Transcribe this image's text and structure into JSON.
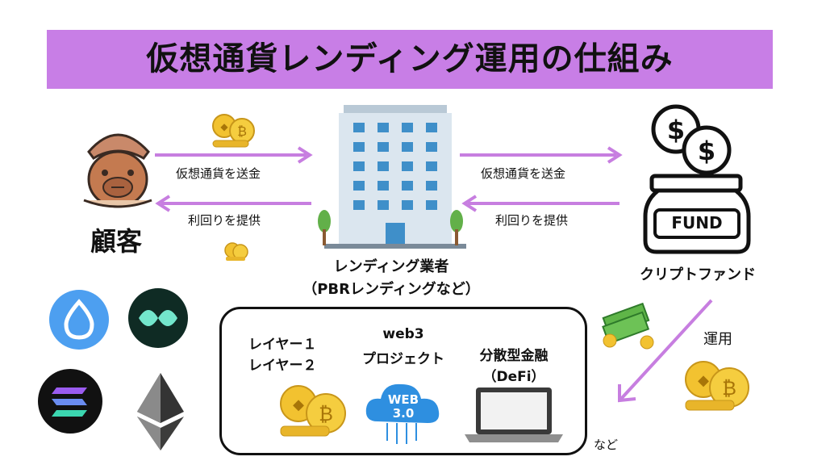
{
  "title": "仮想通貨レンディング運用の仕組み",
  "customer": {
    "label": "顧客"
  },
  "arrows": {
    "send_left": "仮想通貨を送金",
    "return_left": "利回りを提供",
    "send_right": "仮想通貨を送金",
    "return_right": "利回りを提供"
  },
  "lender": {
    "label1": "レンディング業者",
    "label2": "（PBRレンディングなど）"
  },
  "fund": {
    "label": "クリプトファンド",
    "box_text": "FUND"
  },
  "operation": {
    "label": "運用"
  },
  "targets": {
    "layer1": "レイヤー１",
    "layer2": "レイヤー２",
    "web3_line1": "web3",
    "web3_line2": "プロジェクト",
    "defi_line1": "分散型金融",
    "defi_line2": "（DeFi）",
    "web3_cloud_line1": "WEB",
    "web3_cloud_line2": "3.0",
    "etc": "など"
  },
  "icons": [
    "capybara-icon",
    "coins-icon",
    "building-icon",
    "fund-jar-icon",
    "money-stack-icon",
    "sui-logo-icon",
    "mantle-logo-icon",
    "solana-logo-icon",
    "ethereum-logo-icon",
    "web3-cloud-icon",
    "laptop-icon"
  ],
  "colors": {
    "banner": "#c87ee6",
    "arrow": "#c77ee0",
    "coin": "#f2c230",
    "building": "#d9e7f1",
    "window": "#3f8fc9"
  }
}
